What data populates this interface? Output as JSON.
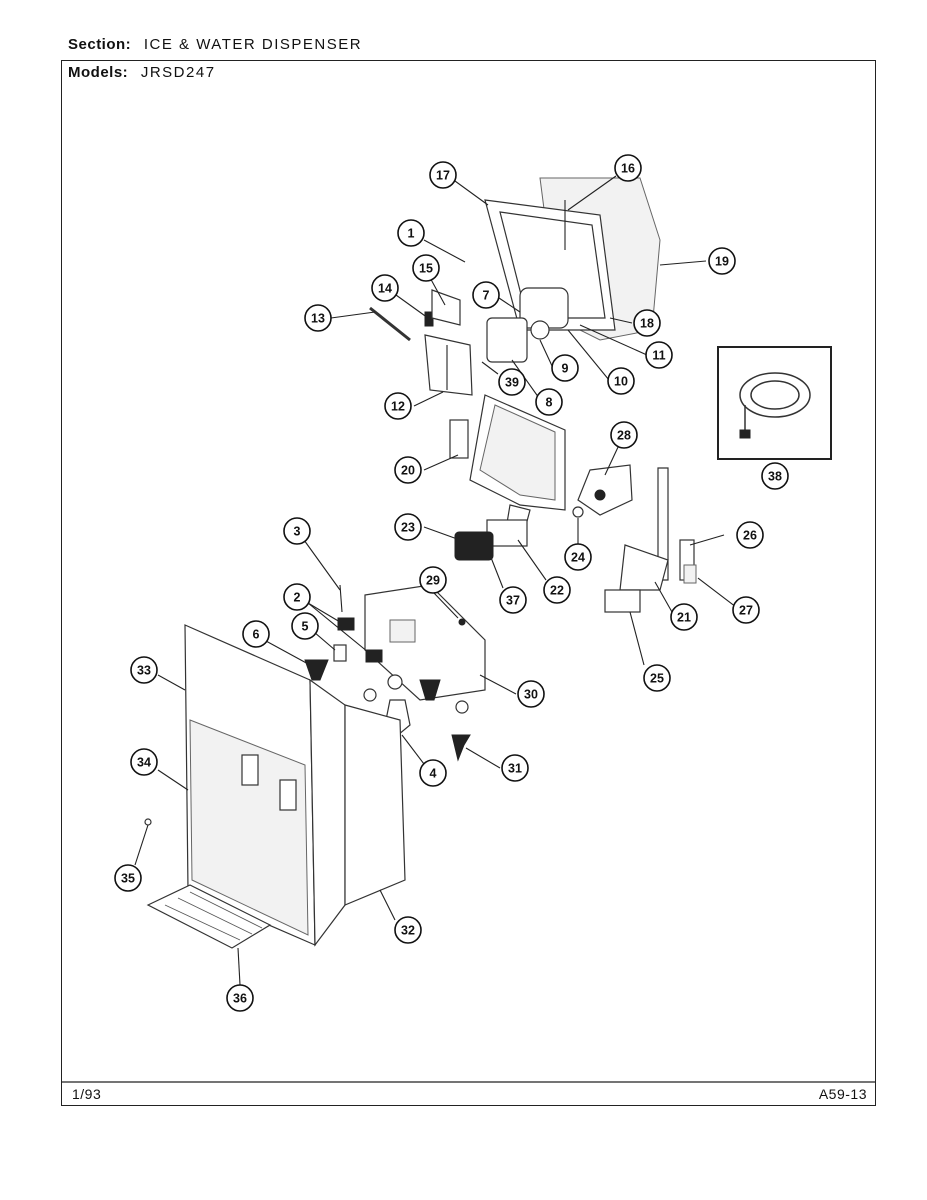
{
  "header": {
    "section_label": "Section:",
    "section_value": "ICE & WATER DISPENSER",
    "models_label": "Models:",
    "models_value": "JRSD247"
  },
  "footer": {
    "date": "1/93",
    "code": "A59-13"
  },
  "callouts": [
    "1",
    "2",
    "3",
    "4",
    "5",
    "6",
    "7",
    "8",
    "9",
    "10",
    "11",
    "12",
    "13",
    "14",
    "15",
    "16",
    "17",
    "18",
    "19",
    "20",
    "21",
    "22",
    "23",
    "24",
    "25",
    "26",
    "27",
    "28",
    "29",
    "30",
    "31",
    "32",
    "33",
    "34",
    "35",
    "36",
    "37",
    "38",
    "39"
  ]
}
